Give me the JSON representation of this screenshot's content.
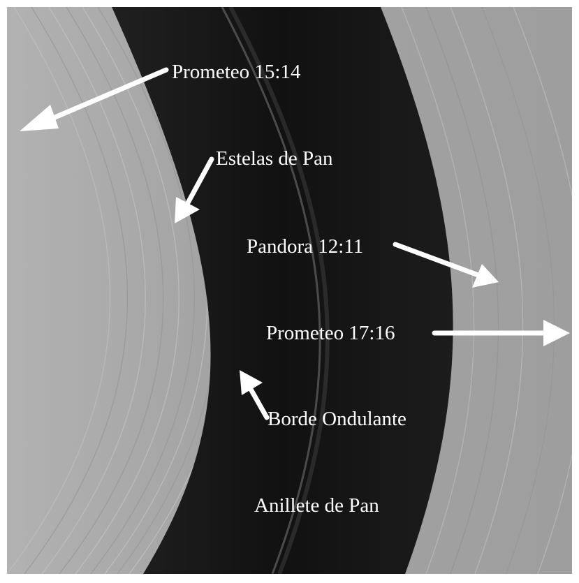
{
  "image": {
    "subject": "saturn-ring-encke-gap",
    "labels": {
      "prometheus_15_14": "Prometeo 15:14",
      "pan_wakes": "Estelas de Pan",
      "pandora_12_11": "Pandora 12:11",
      "prometheus_17_16": "Prometeo 17:16",
      "wavy_edge": "Borde Ondulante",
      "pan_ringlet": "Anillete de Pan"
    },
    "colors": {
      "ring_light": "#a6a6a6",
      "gap_dark": "#141414",
      "label_text": "#ffffff",
      "arrow": "#ffffff",
      "frame": "#ffffff"
    }
  }
}
